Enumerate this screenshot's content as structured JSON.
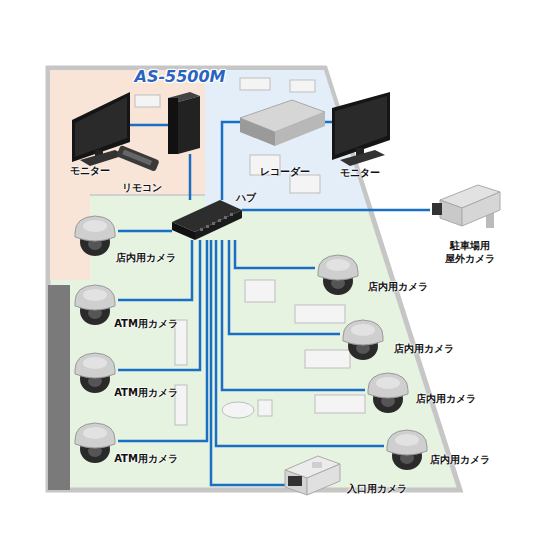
{
  "diagram": {
    "nodes": [
      {
        "text": [
          "AS-5500M"
        ]
      },
      {
        "text": [
          "モニター"
        ]
      },
      {
        "text": [
          "リモコン"
        ]
      },
      {
        "text": [
          "レコーダー"
        ]
      },
      {
        "text": [
          "モニター"
        ]
      },
      {
        "text": [
          "ハブ"
        ]
      },
      {
        "text": [
          "駐車場用 屋外カメラ"
        ]
      },
      {
        "text": [
          "店内用カメラ"
        ]
      },
      {
        "text": [
          "ATM用カメラ"
        ]
      },
      {
        "text": [
          "ATM用カメラ"
        ]
      },
      {
        "text": [
          "ATM用カメラ"
        ]
      },
      {
        "text": [
          "店内用カメラ"
        ]
      },
      {
        "text": [
          "店内用カメラ"
        ]
      },
      {
        "text": [
          "店内用カメラ"
        ]
      },
      {
        "text": [
          "店内用カメラ"
        ]
      },
      {
        "text": [
          "入口用カメラ"
        ]
      }
    ],
    "edges": [
      {
        "from": 0,
        "to": 1,
        "arrow": "none"
      },
      {
        "from": 0,
        "to": 5,
        "arrow": "none"
      },
      {
        "from": 3,
        "to": 5,
        "arrow": "none"
      },
      {
        "from": 3,
        "to": 4,
        "arrow": "none"
      },
      {
        "from": 5,
        "to": 6,
        "arrow": "none"
      },
      {
        "from": 5,
        "to": 7,
        "arrow": "none"
      },
      {
        "from": 5,
        "to": 8,
        "arrow": "none"
      },
      {
        "from": 5,
        "to": 9,
        "arrow": "none"
      },
      {
        "from": 5,
        "to": 10,
        "arrow": "none"
      },
      {
        "from": 5,
        "to": 11,
        "arrow": "none"
      },
      {
        "from": 5,
        "to": 12,
        "arrow": "none"
      },
      {
        "from": 5,
        "to": 13,
        "arrow": "none"
      },
      {
        "from": 5,
        "to": 14,
        "arrow": "none"
      },
      {
        "from": 5,
        "to": 15,
        "arrow": "none"
      }
    ]
  }
}
